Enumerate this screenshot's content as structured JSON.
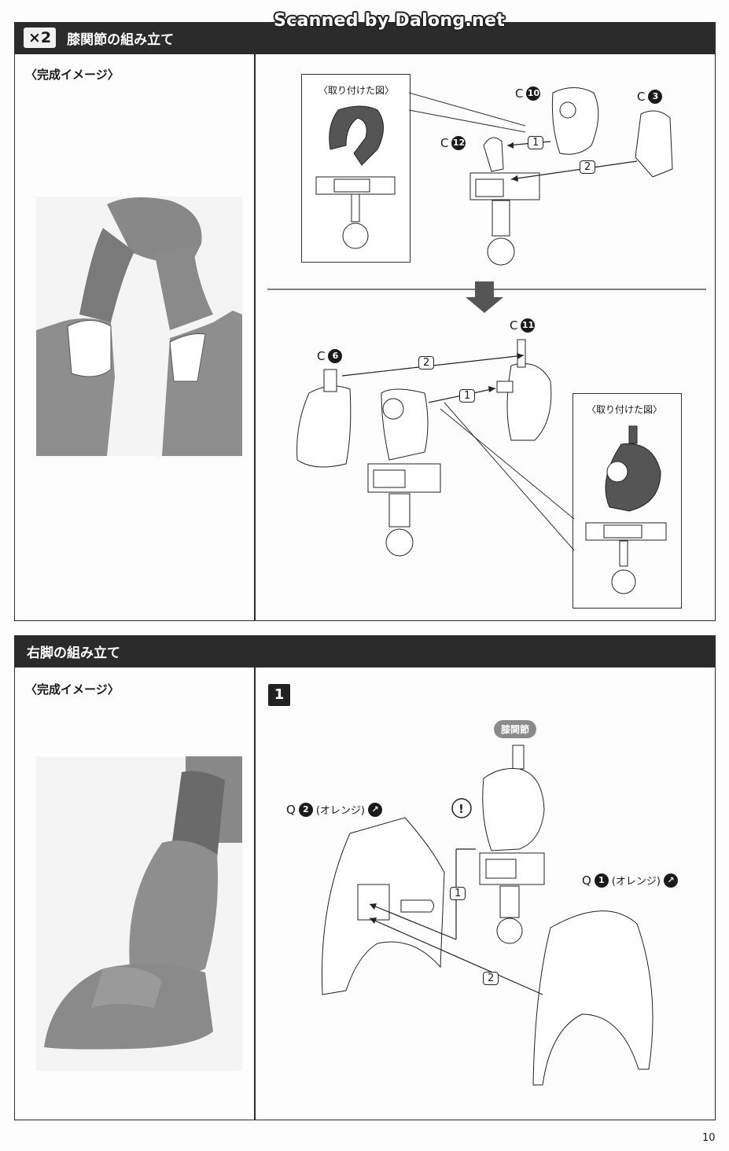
{
  "watermark": "Scanned by Dalong.net",
  "section1": {
    "quantity": "×2",
    "title": "膝関節の組み立て",
    "image_label": "〈完成イメージ〉",
    "callout_top": "〈取り付けた図〉",
    "callout_bottom": "〈取り付けた図〉",
    "parts": {
      "c10": {
        "letter": "C",
        "num": "10"
      },
      "c3": {
        "letter": "C",
        "num": "3"
      },
      "c12": {
        "letter": "C",
        "num": "12"
      },
      "c11": {
        "letter": "C",
        "num": "11"
      },
      "c6": {
        "letter": "C",
        "num": "6"
      }
    },
    "steps": {
      "s1": "1",
      "s2": "2"
    }
  },
  "section2": {
    "title": "右脚の組み立て",
    "image_label": "〈完成イメージ〉",
    "step_number": "1",
    "knee_label": "膝関節",
    "q2": {
      "letter": "Q",
      "num": "2",
      "note": "(オレンジ)"
    },
    "q1": {
      "letter": "Q",
      "num": "1",
      "note": "(オレンジ)"
    },
    "steps": {
      "s1": "1",
      "s2": "2"
    }
  },
  "page_number": "10",
  "colors": {
    "header": "#2b2b2b",
    "pill": "#8a8a8a",
    "photo_bg": "#f2f2f2"
  }
}
